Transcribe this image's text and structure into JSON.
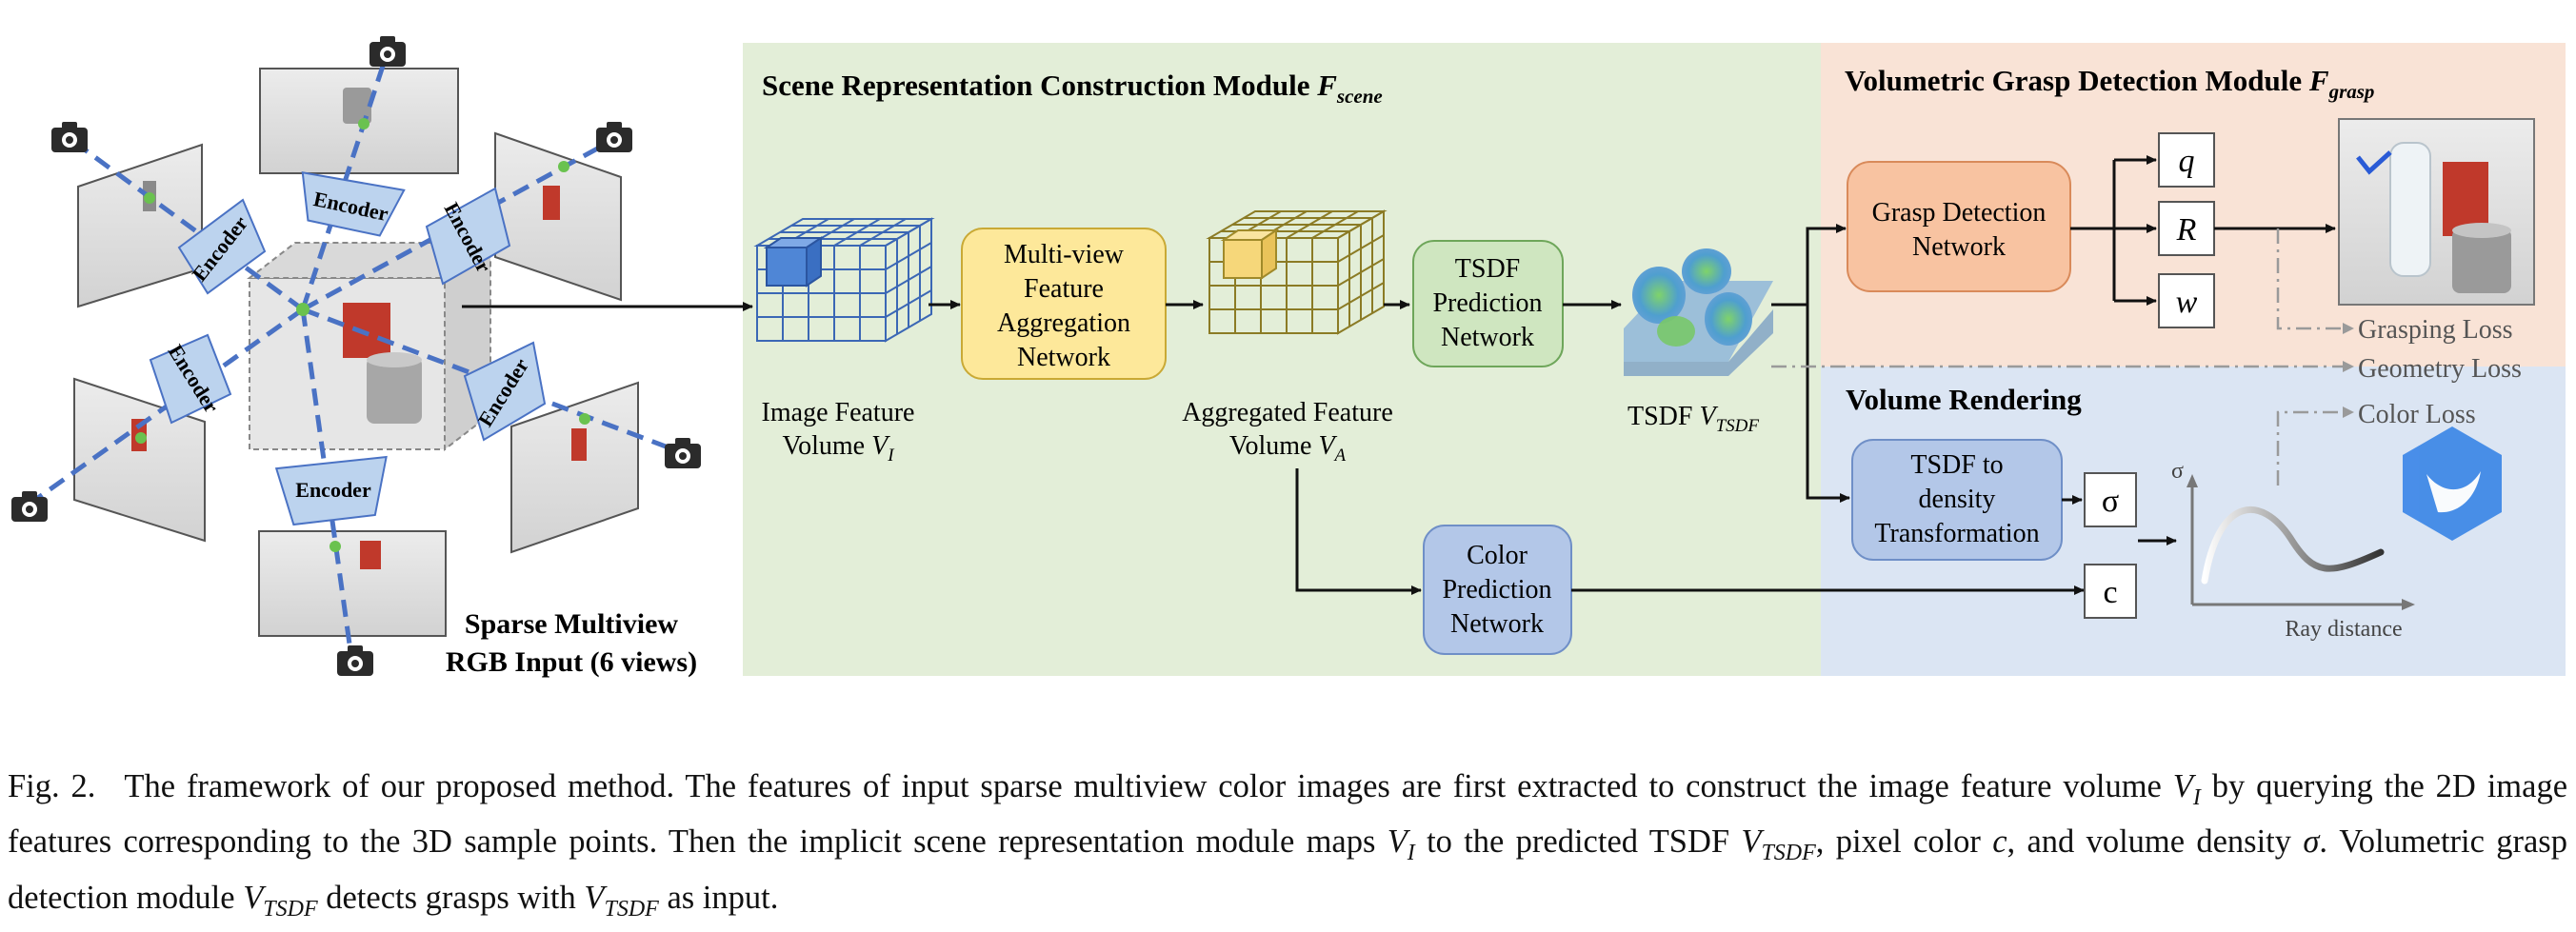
{
  "figure": {
    "input": {
      "encoder_label": "Encoder",
      "title_line1": "Sparse Multiview",
      "title_line2": "RGB Input (6 views)"
    },
    "scene_module": {
      "title": "Scene Representation Construction Module ",
      "symbol": "F",
      "symbol_sub": "scene",
      "image_feature_line1": "Image Feature",
      "image_feature_line2": "Volume ",
      "image_feature_symbol": "V",
      "image_feature_sub": "I",
      "aggregation_line1": "Multi-view",
      "aggregation_line2": "Feature",
      "aggregation_line3": "Aggregation",
      "aggregation_line4": "Network",
      "aggregated_line1": "Aggregated Feature",
      "aggregated_line2": "Volume ",
      "aggregated_symbol": "V",
      "aggregated_sub": "A",
      "tsdf_pred_line1": "TSDF",
      "tsdf_pred_line2": "Prediction",
      "tsdf_pred_line3": "Network",
      "tsdf_label": "TSDF ",
      "tsdf_symbol": "V",
      "tsdf_sub": "TSDF",
      "color_pred_line1": "Color",
      "color_pred_line2": "Prediction",
      "color_pred_line3": "Network"
    },
    "grasp_module": {
      "title": "Volumetric Grasp Detection Module ",
      "symbol": "F",
      "symbol_sub": "grasp",
      "network_line1": "Grasp Detection",
      "network_line2": "Network",
      "out_q": "q",
      "out_R": "R",
      "out_w": "w"
    },
    "losses": {
      "grasping": "Grasping Loss",
      "geometry": "Geometry Loss",
      "color": "Color Loss"
    },
    "rendering": {
      "title": "Volume Rendering",
      "transform_line1": "TSDF to",
      "transform_line2": "density",
      "transform_line3": "Transformation",
      "sigma": "σ",
      "c": "c",
      "axis_y": "σ",
      "axis_x": "Ray distance"
    },
    "colors": {
      "scene_bg": "#e3eed8",
      "grasp_bg": "#f9e3d6",
      "render_bg": "#dbe5f3",
      "aggregation_box": "#fde89a",
      "tsdf_box": "#cfe6c0",
      "grasp_box": "#f8c3a1",
      "blue_box": "#b3c7e8",
      "camera_line": "#4a72c4",
      "encoder_fill": "#bcd3ee",
      "grid_blue": "#3b67b5",
      "grid_gold": "#8b7b25"
    }
  },
  "caption": {
    "label": "Fig. 2.",
    "part1": "The framework of our proposed method. The features of input sparse multiview color images are first extracted to construct the image feature volume ",
    "sym1": "V",
    "sub1": "I",
    "part2": " by querying the 2D image features corresponding to the 3D sample points. Then the implicit scene representation module maps ",
    "sym2": "V",
    "sub2": "I",
    "part3": " to the predicted TSDF ",
    "sym3": "V",
    "sub3": "TSDF",
    "part4": ", pixel color ",
    "sym4": "c",
    "part5": ", and volume density ",
    "sym5": "σ",
    "part6": ". Volumetric grasp detection module ",
    "sym6": "V",
    "sub6": "TSDF",
    "part7": " detects grasps with ",
    "sym7": "V",
    "sub7": "TSDF",
    "part8": " as input."
  }
}
